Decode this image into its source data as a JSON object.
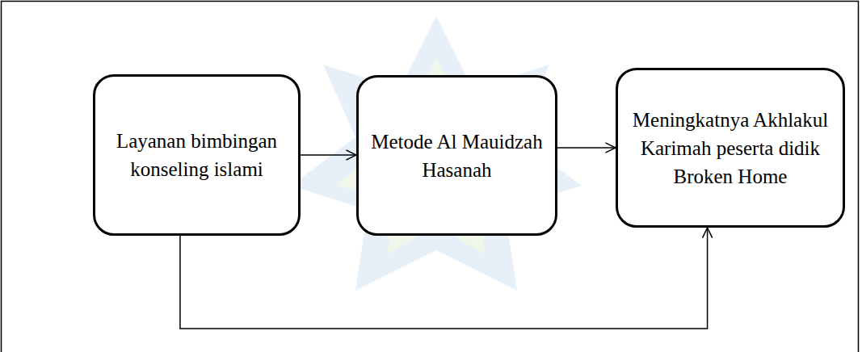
{
  "diagram": {
    "nodes": [
      {
        "text": [
          "Layanan bimbingan konseling islami"
        ]
      },
      {
        "text": [
          "Metode Al Mauidzah Hasanah"
        ]
      },
      {
        "text": [
          "Meningkatnya Akhlakul Karimah peserta didik Broken Home"
        ]
      }
    ],
    "edges": [
      {
        "from": 0,
        "to": 1,
        "arrow": "to"
      },
      {
        "from": 1,
        "to": 2,
        "arrow": "to"
      },
      {
        "from": 0,
        "to": 2,
        "arrow": "to"
      }
    ]
  }
}
